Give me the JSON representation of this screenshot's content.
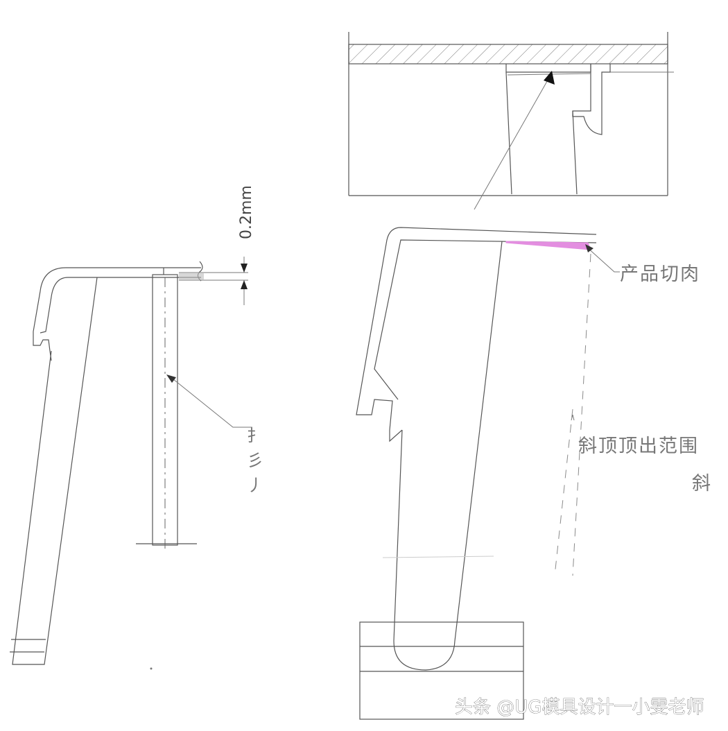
{
  "dimension": {
    "value_label": "0.2mm"
  },
  "annotations": {
    "product_cut": "产品切肉",
    "lifter_range": "斜顶顶出范围",
    "lifter_partial": "斜",
    "cropped_left_1": "扌",
    "cropped_left_2": "彡",
    "cropped_left_3": "丿"
  },
  "watermark": {
    "text": "头条 @UG模具设计一小雯老师"
  },
  "colors": {
    "line": "#555555",
    "highlight": "#e38ee0",
    "background": "#ffffff"
  }
}
